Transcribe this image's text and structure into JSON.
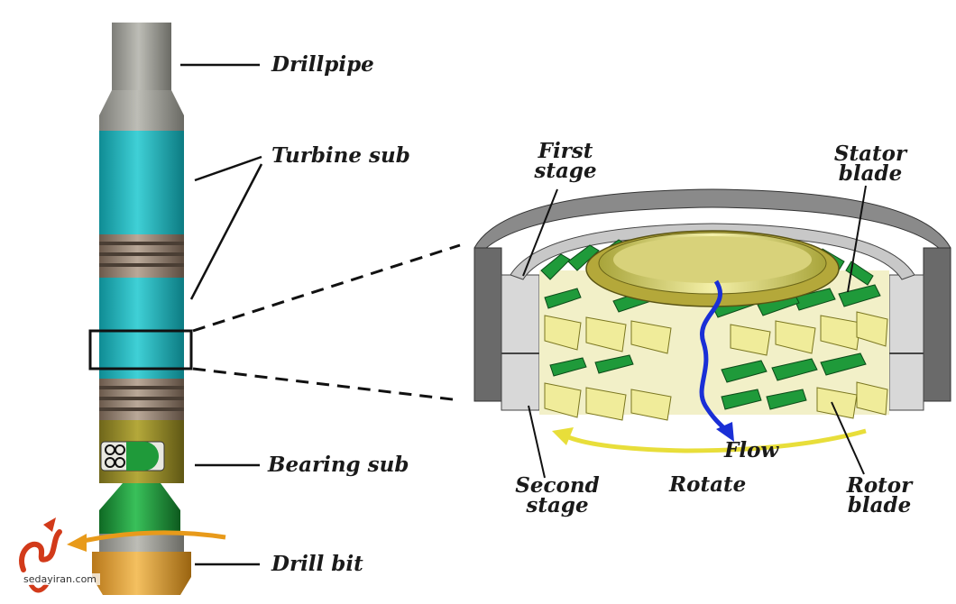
{
  "labels": {
    "drillpipe": "Drillpipe",
    "turbine_sub": "Turbine sub",
    "bearing_sub": "Bearing sub",
    "drill_bit": "Drill bit",
    "first_stage_1": "First",
    "first_stage_2": "stage",
    "stator_blade_1": "Stator",
    "stator_blade_2": "blade",
    "flow": "Flow",
    "second_stage_1": "Second",
    "second_stage_2": "stage",
    "rotate": "Rotate",
    "rotor_blade_1": "Rotor",
    "rotor_blade_2": "blade"
  },
  "watermark": {
    "site": "sedayiran.com",
    "logo": "صدای ایران"
  },
  "colors": {
    "turbine_cyan": "#1ab0b8",
    "bearing_olive": "#9a8e2a",
    "bit_green": "#1f9a3a",
    "pipe_gray": "#8c8c86",
    "stator_green": "#1f9a3a",
    "rotor_yellow": "#f0ec9a",
    "flow_arrow_blue": "#1a2fd6",
    "rotate_arrow_yellow": "#e8de3a",
    "rotation_arrow_orange": "#e89a1a"
  }
}
